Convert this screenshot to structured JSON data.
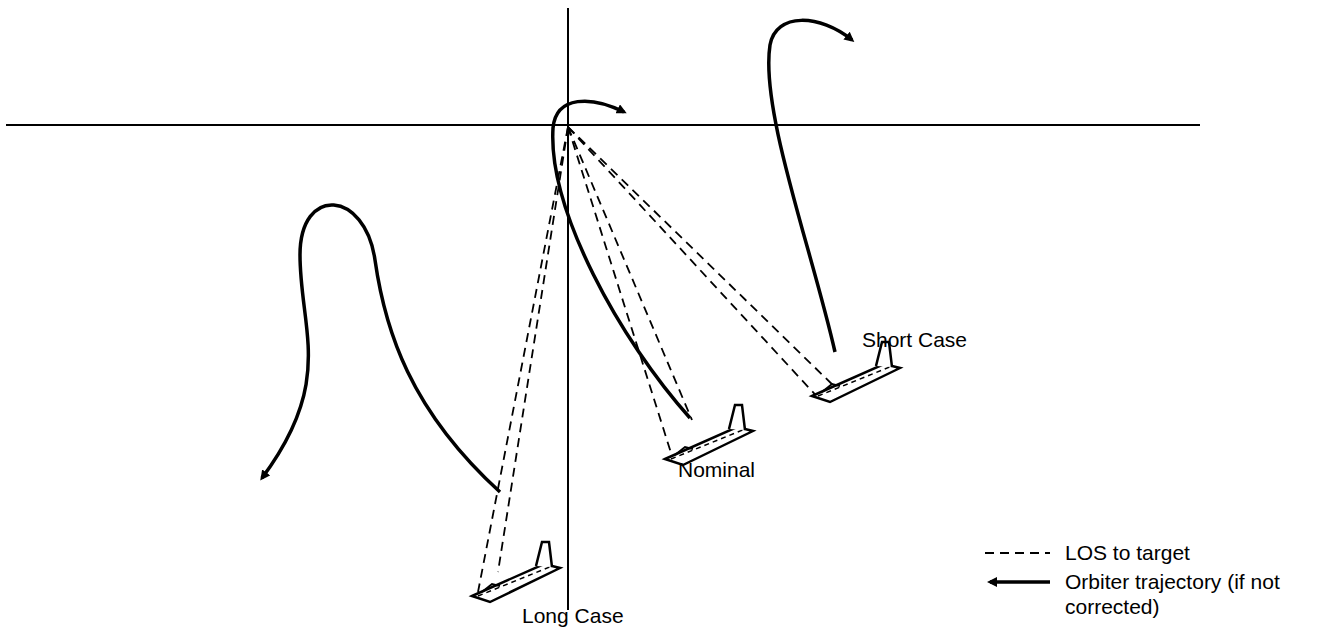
{
  "diagram": {
    "labels": [
      "Short Case",
      "Nominal",
      "Long Case"
    ],
    "legend": [
      {
        "text": "LOS to target"
      },
      {
        "text": "Orbiter trajectory (if not corrected)"
      }
    ]
  }
}
